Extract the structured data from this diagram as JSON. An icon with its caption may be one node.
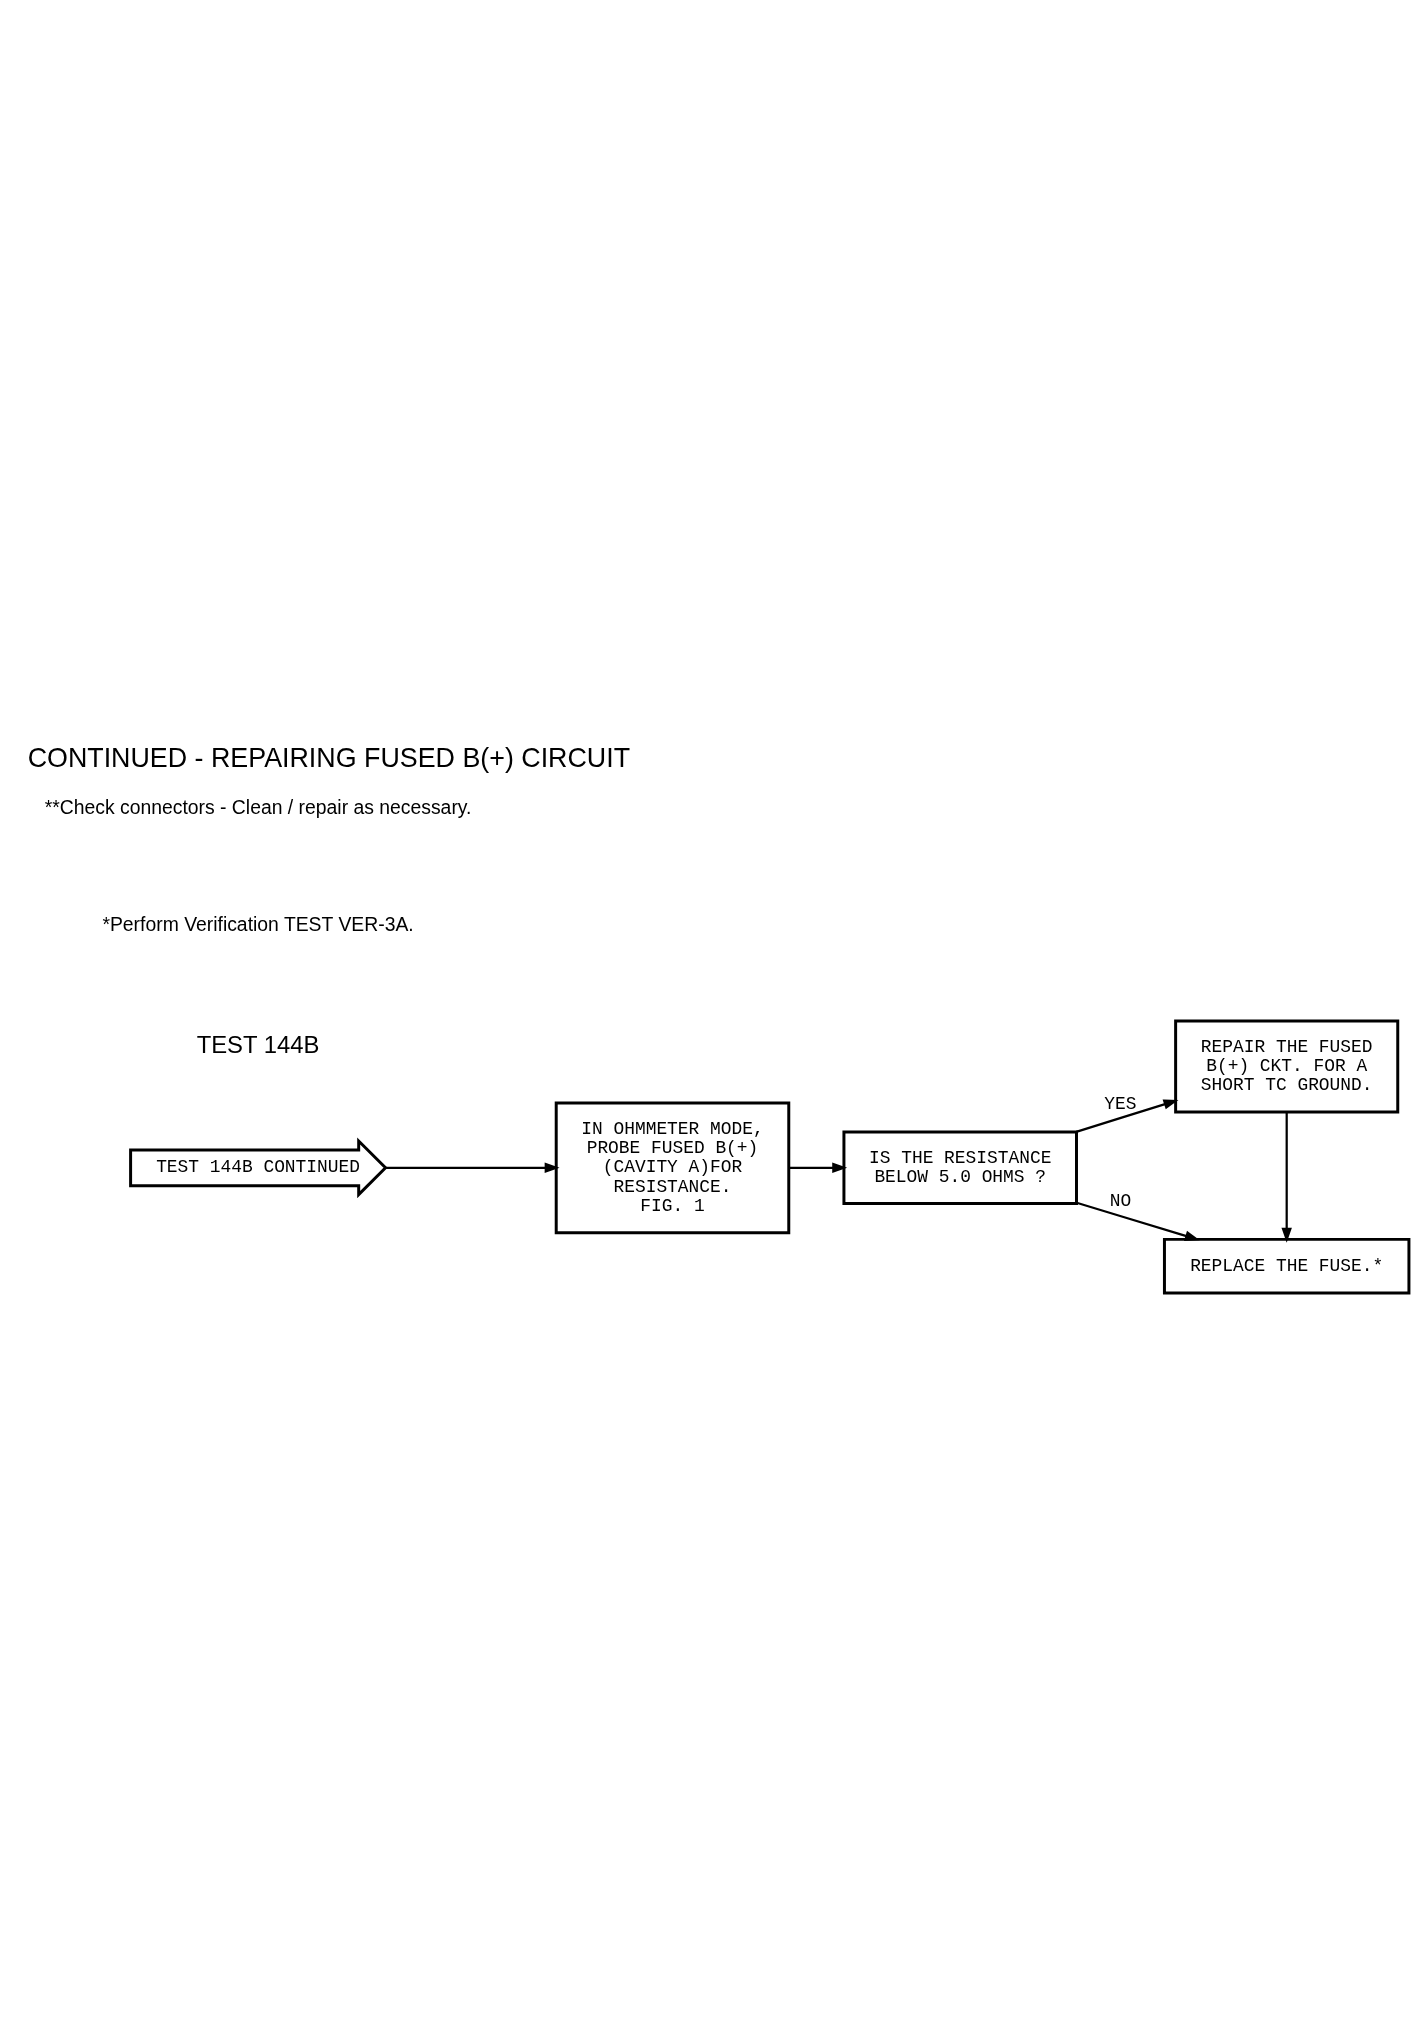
{
  "diagram": {
    "title": "CONTINUED - REPAIRING FUSED B(+) CIRCUIT",
    "nodes": [
      {
        "text": [
          "TEST 144B CONTINUED"
        ]
      },
      {
        "text": [
          "IN OHMMETER MODE, PROBE FUSED B(+) (CAVITY A)FOR RESISTANCE.",
          "FIG. 1"
        ]
      },
      {
        "text": [
          "IS THE RESISTANCE BELOW 5.0 OHMS ?"
        ]
      },
      {
        "text": [
          "REPAIR THE FUSED B(+) CKT. FOR A SHORT TC GROUND."
        ]
      },
      {
        "text": [
          "REPLACE THE FUSE.*"
        ]
      }
    ],
    "edges": [
      {
        "from": 0,
        "to": 1,
        "arrow": "to"
      },
      {
        "from": 1,
        "to": 2,
        "arrow": "to"
      },
      {
        "from": 2,
        "to": 3,
        "arrow": "to",
        "label": "YES"
      },
      {
        "from": 3,
        "to": 4,
        "arrow": "to"
      },
      {
        "from": 2,
        "to": 4,
        "arrow": "to",
        "label": "NO"
      }
    ],
    "labels": [
      "TEST 144B",
      "*Perform Verification TEST VER-3A.",
      "**Check connectors - Clean / repair as necessary."
    ]
  }
}
